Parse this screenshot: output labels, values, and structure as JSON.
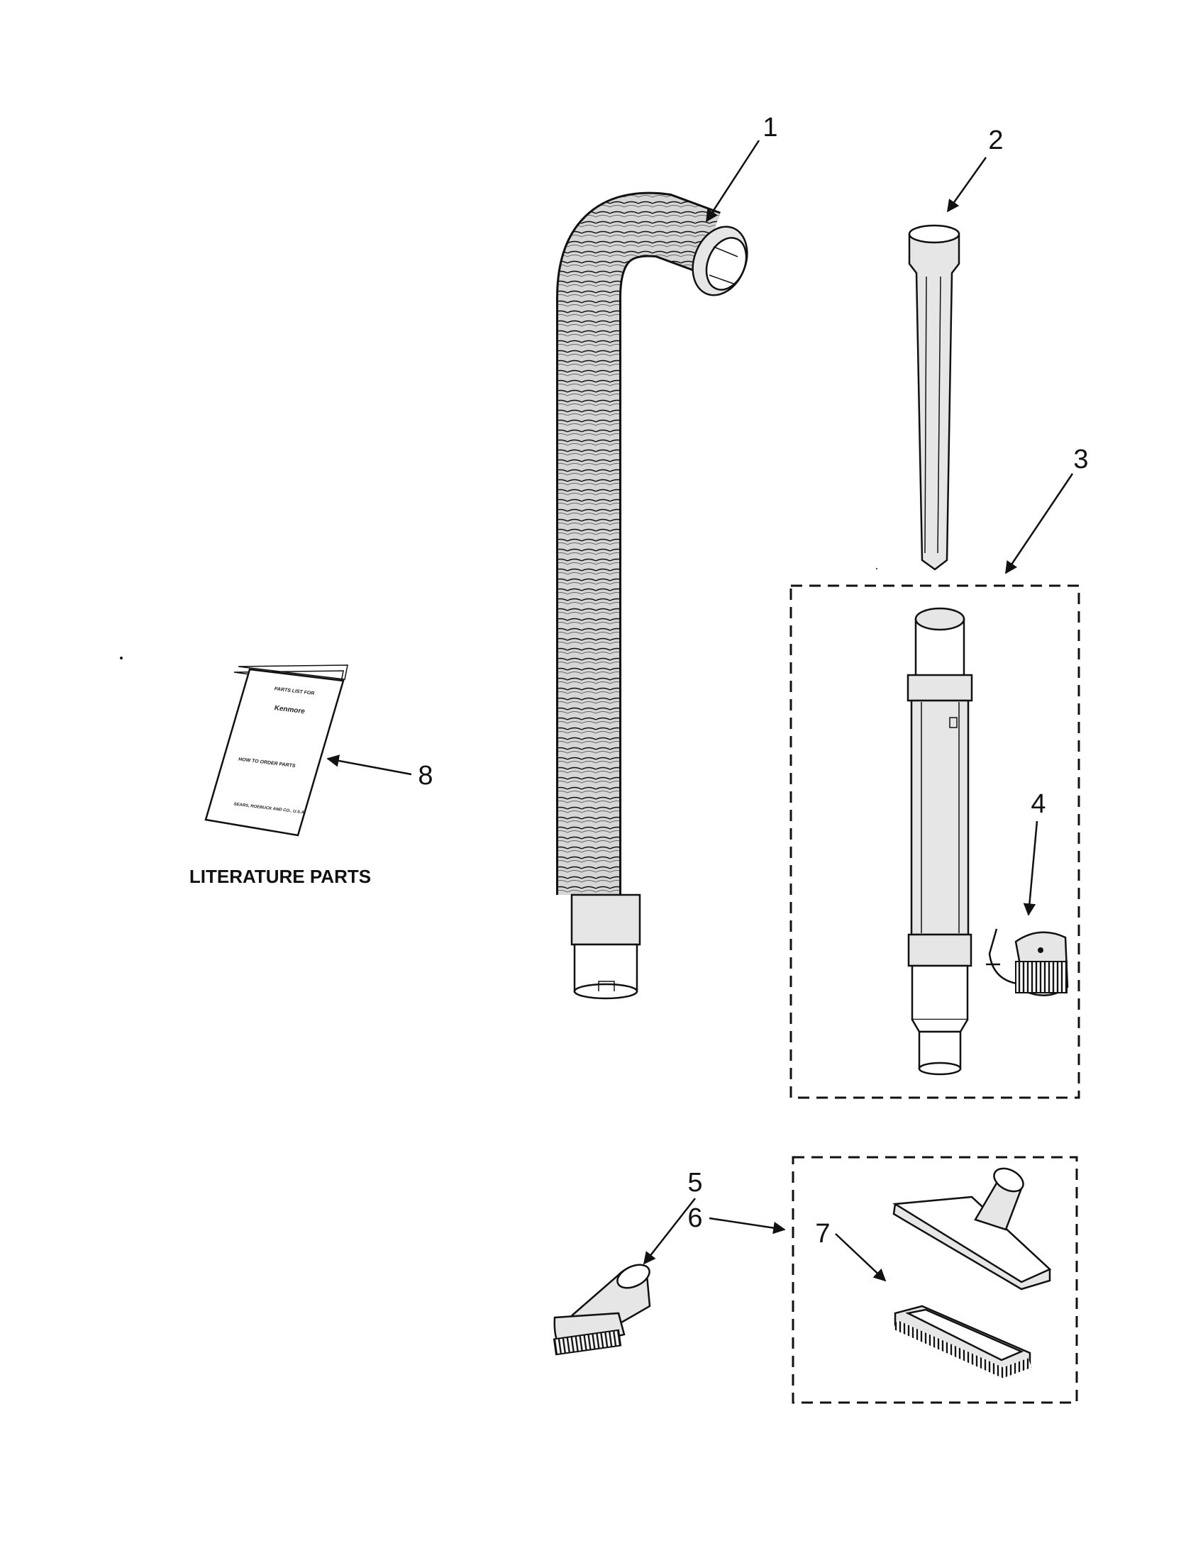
{
  "callouts": {
    "c1": "1",
    "c2": "2",
    "c3": "3",
    "c4": "4",
    "c5": "5",
    "c6": "6",
    "c7": "7",
    "c8": "8"
  },
  "caption": "LITERATURE PARTS",
  "booklet": {
    "line1": "PARTS LIST FOR",
    "line2": "Kenmore",
    "line3": "HOW TO ORDER PARTS",
    "line4": "SEARS, ROEBUCK AND CO., U.S.A."
  },
  "colors": {
    "ink": "#111111",
    "shade": "#d4d4d4",
    "paper": "#ffffff"
  }
}
